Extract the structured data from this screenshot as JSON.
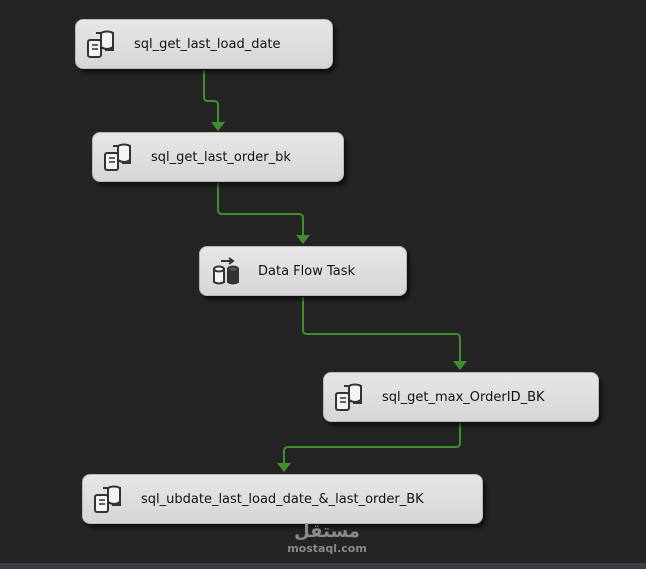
{
  "colors": {
    "background": "#242424",
    "task_fill": "#dcdcdc",
    "connector": "#3f8f2f"
  },
  "tasks": [
    {
      "id": "t1",
      "label": "sql_get_last_load_date",
      "icon": "execute-sql-task-icon"
    },
    {
      "id": "t2",
      "label": "sql_get_last_order_bk",
      "icon": "execute-sql-task-icon"
    },
    {
      "id": "t3",
      "label": "Data Flow Task",
      "icon": "data-flow-task-icon"
    },
    {
      "id": "t4",
      "label": "sql_get_max_OrderID_BK",
      "icon": "execute-sql-task-icon"
    },
    {
      "id": "t5",
      "label": "sql_ubdate_last_load_date_&_last_order_BK",
      "icon": "execute-sql-task-icon"
    }
  ],
  "connections": [
    {
      "from": "t1",
      "to": "t2",
      "status": "success"
    },
    {
      "from": "t2",
      "to": "t3",
      "status": "success"
    },
    {
      "from": "t3",
      "to": "t4",
      "status": "success"
    },
    {
      "from": "t4",
      "to": "t5",
      "status": "success"
    }
  ],
  "watermark": {
    "logo_text": "مستقل",
    "url": "mostaql.com"
  }
}
